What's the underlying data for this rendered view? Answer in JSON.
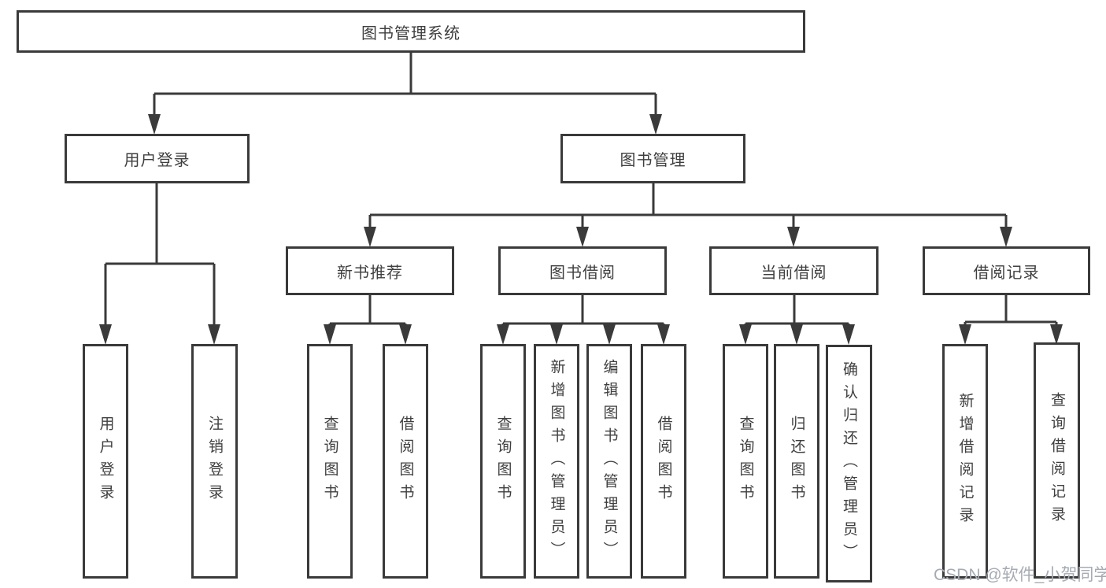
{
  "tree": {
    "root": {
      "label": "图书管理系统",
      "children": [
        {
          "label": "用户登录",
          "children": [
            {
              "label": "用户登录"
            },
            {
              "label": "注销登录"
            }
          ]
        },
        {
          "label": "图书管理",
          "children": [
            {
              "label": "新书推荐",
              "children": [
                {
                  "label": "查询图书"
                },
                {
                  "label": "借阅图书"
                }
              ]
            },
            {
              "label": "图书借阅",
              "children": [
                {
                  "label": "查询图书"
                },
                {
                  "label": "新增图书（管理员）"
                },
                {
                  "label": "编辑图书（管理员）"
                },
                {
                  "label": "借阅图书"
                }
              ]
            },
            {
              "label": "当前借阅",
              "children": [
                {
                  "label": "查询图书"
                },
                {
                  "label": "归还图书"
                },
                {
                  "label": "确认归还（管理员）"
                }
              ]
            },
            {
              "label": "借阅记录",
              "children": [
                {
                  "label": "新增借阅记录"
                },
                {
                  "label": "查询借阅记录"
                }
              ]
            }
          ]
        }
      ]
    }
  },
  "watermark": "CSDN @软件_小贺同学",
  "colors": {
    "line": "#3a3a3a",
    "text": "#3f3f3f",
    "watermark": "#a6abb3",
    "background": "#ffffff"
  }
}
